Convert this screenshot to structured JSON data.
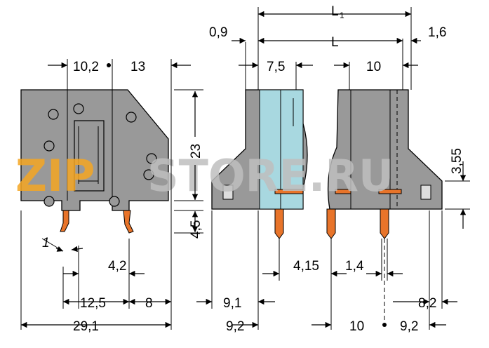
{
  "watermark": {
    "left": "ZIP",
    "right": "STORE.RU",
    "left_color": "#f5a623",
    "right_color": "#bfbfbf"
  },
  "colors": {
    "body": "#999999",
    "blue": "#a8d8e0",
    "pin": "#e8742a"
  },
  "dimensions": {
    "d_10_2": "10,2",
    "d_13": "13",
    "d_23": "23",
    "d_4_5": "4,5",
    "d_1": "1",
    "d_4_2": "4,2",
    "d_12_5": "12,5",
    "d_8_left": "8",
    "d_29_1": "29,1",
    "d_0_9": "0,9",
    "d_L1": "L",
    "d_L1_sub": "1",
    "d_L": "L",
    "d_1_6": "1,6",
    "d_7_5": "7,5",
    "d_10_top": "10",
    "d_3_55": "3,55",
    "d_9_1": "9,1",
    "d_4_15": "4,15",
    "d_1_4": "1,4",
    "d_8_2": "8,2",
    "d_9_2_left": "9,2",
    "d_10_bottom": "10",
    "d_9_2_right": "9,2"
  }
}
